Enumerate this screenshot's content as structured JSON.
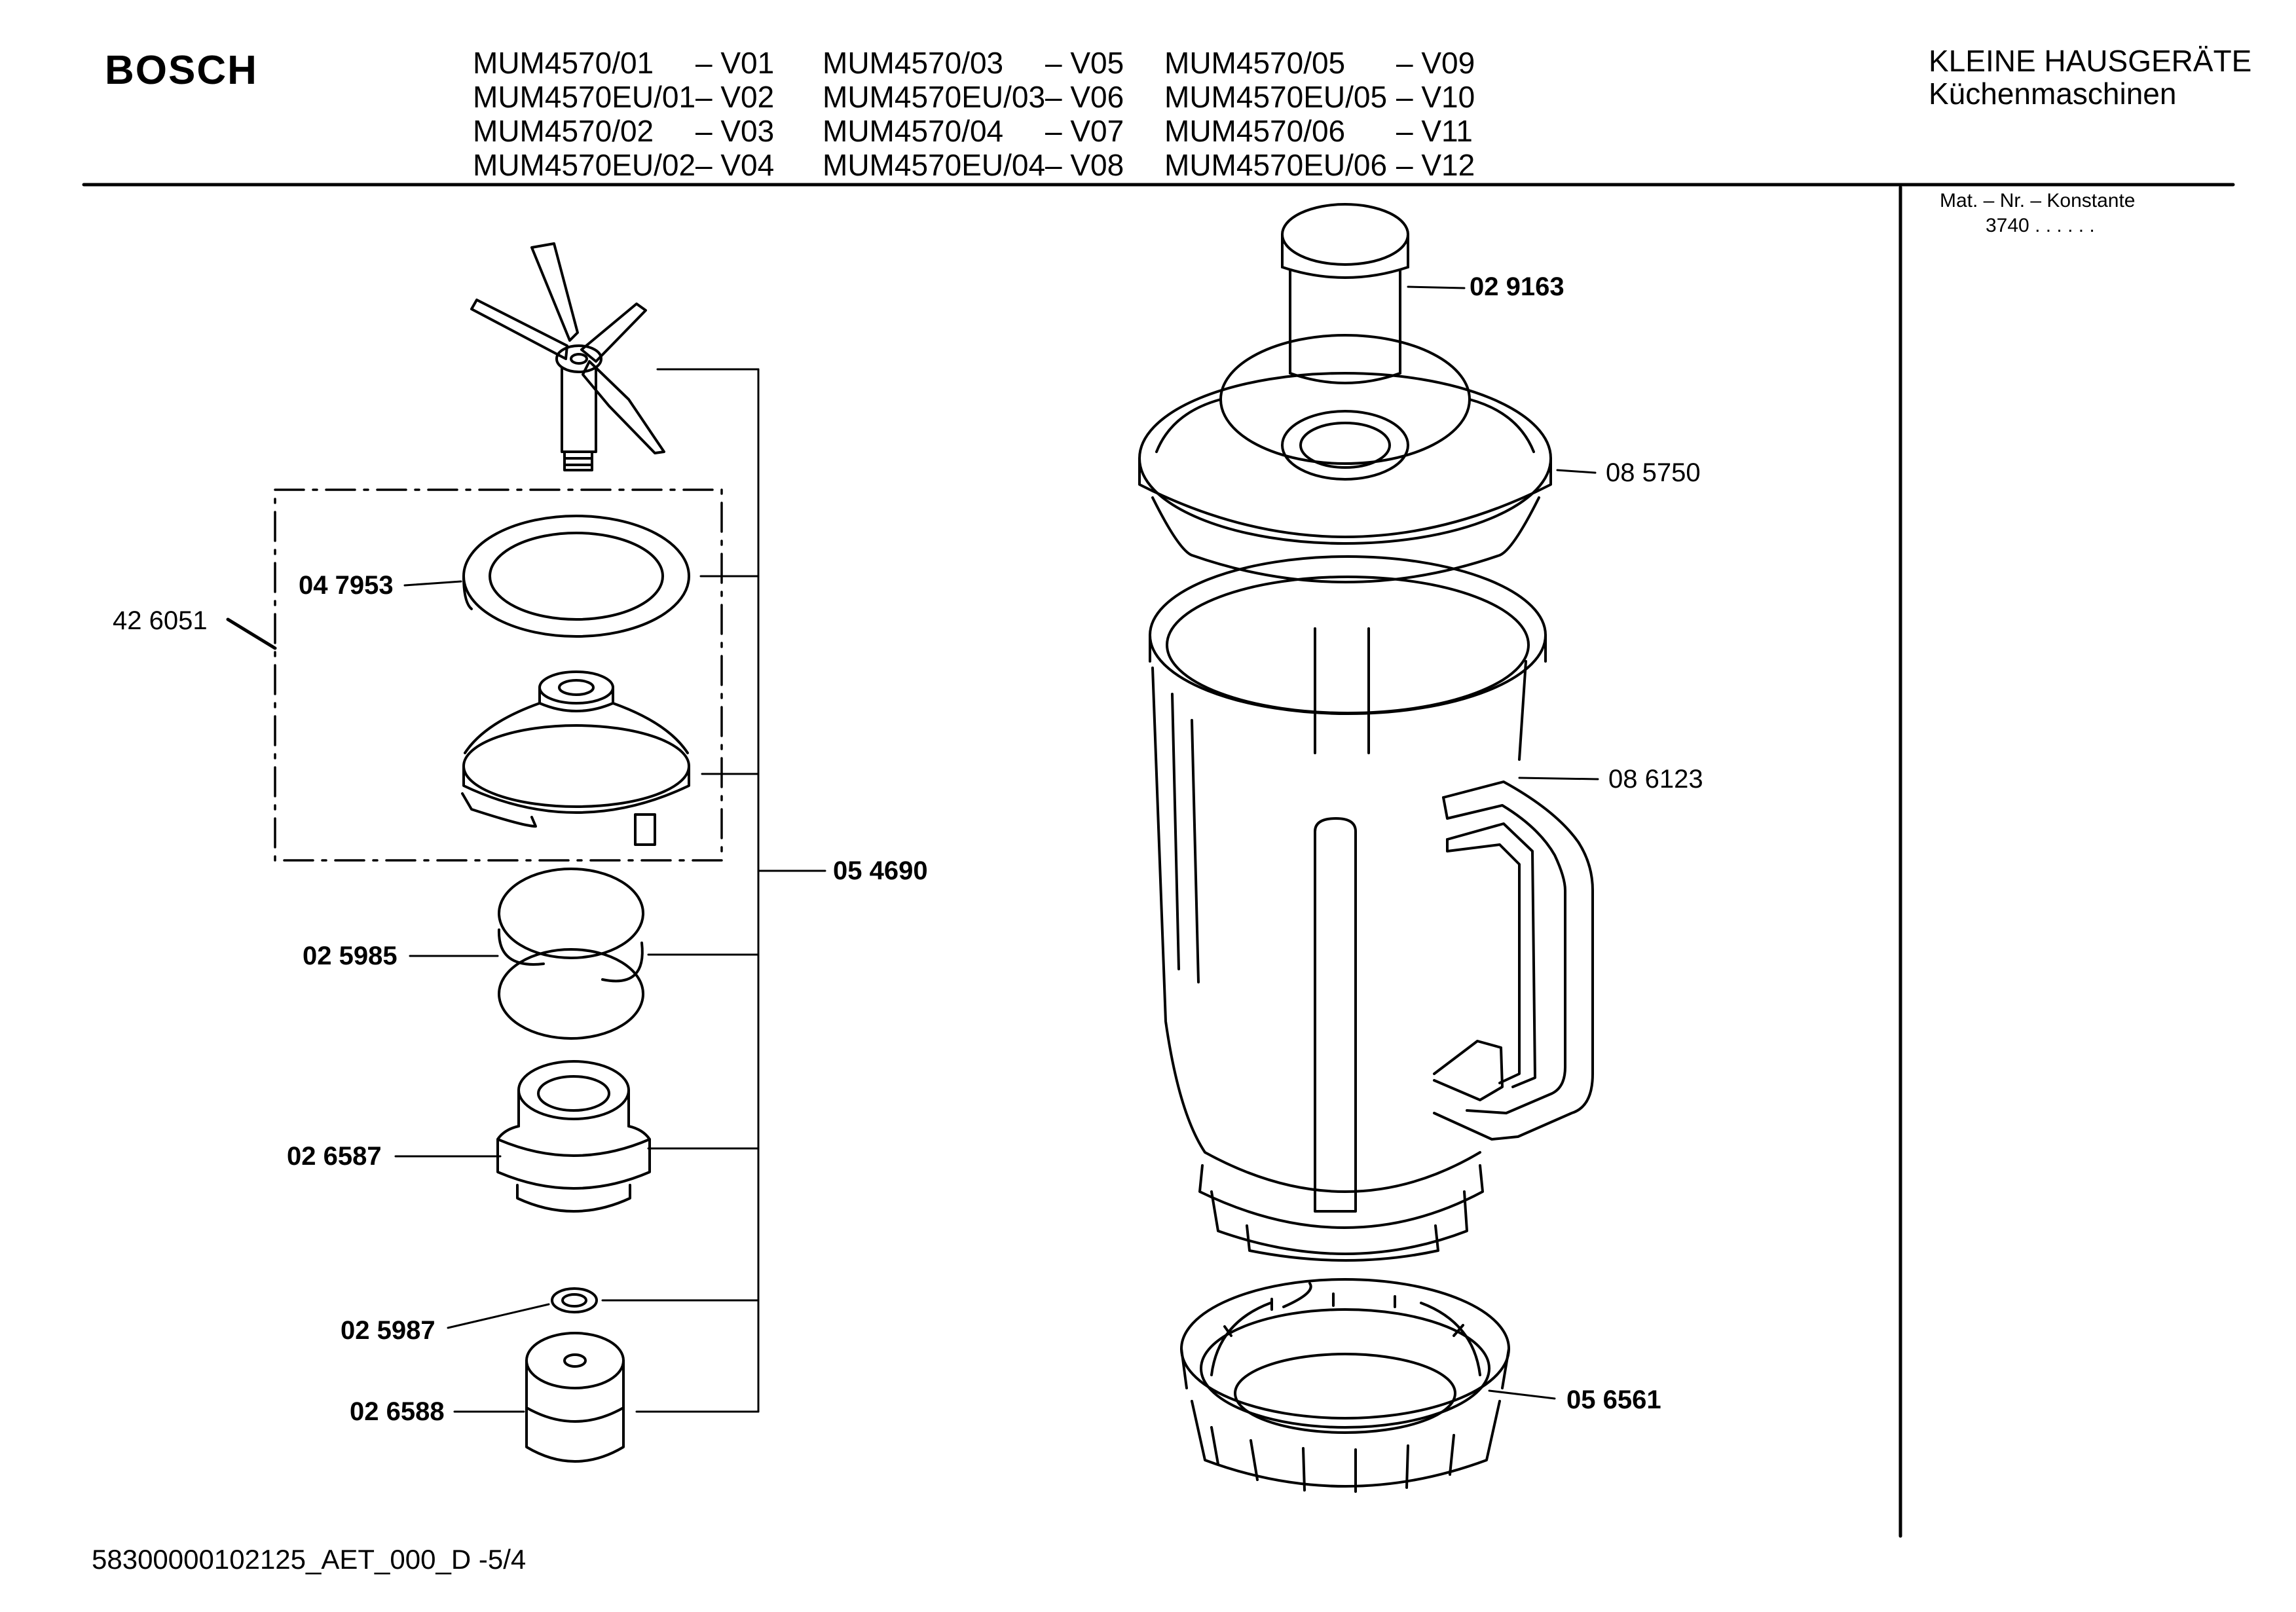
{
  "brand": "BOSCH",
  "header": {
    "category": "KLEINE HAUSGERÄTE",
    "subcategory": "Küchenmaschinen"
  },
  "variants": [
    {
      "model": "MUM4570/01",
      "code": "– V01"
    },
    {
      "model": "MUM4570EU/01",
      "code": "– V02"
    },
    {
      "model": "MUM4570/02",
      "code": "– V03"
    },
    {
      "model": "MUM4570EU/02",
      "code": "– V04"
    },
    {
      "model": "MUM4570/03",
      "code": "– V05"
    },
    {
      "model": "MUM4570EU/03",
      "code": "– V06"
    },
    {
      "model": "MUM4570/04",
      "code": "– V07"
    },
    {
      "model": "MUM4570EU/04",
      "code": "– V08"
    },
    {
      "model": "MUM4570/05",
      "code": "– V09"
    },
    {
      "model": "MUM4570EU/05",
      "code": "– V10"
    },
    {
      "model": "MUM4570/06",
      "code": "– V11"
    },
    {
      "model": "MUM4570EU/06",
      "code": "– V12"
    }
  ],
  "mat": {
    "label": "Mat. – Nr. – Konstante",
    "value": "3740 . .   . . . ."
  },
  "parts": {
    "p029163": "02 9163",
    "p085750": "08 5750",
    "p086123": "08 6123",
    "p056561": "05 6561",
    "p054690": "05 4690",
    "p047953": "04 7953",
    "p426051": "42 6051",
    "p025985": "02 5985",
    "p026587": "02 6587",
    "p025987": "02 5987",
    "p026588": "02 6588"
  },
  "footer": "58300000102125_AET_000_D   -5/4"
}
